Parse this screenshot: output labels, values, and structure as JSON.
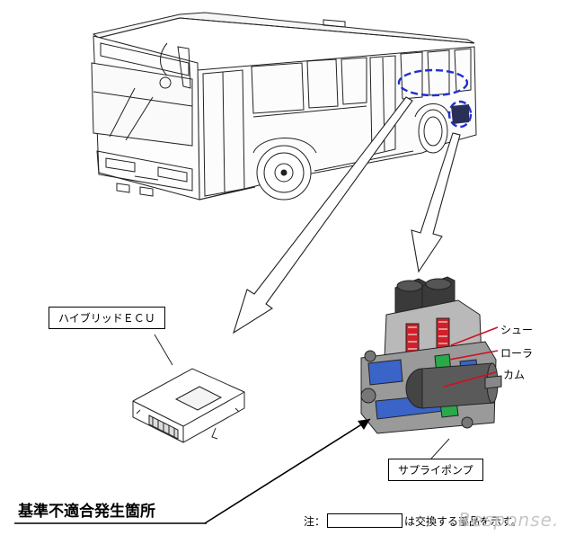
{
  "labels": {
    "ecu": "ハイブリッドＥＣＵ",
    "pump": "サプライポンプ",
    "shoe": "シュー",
    "roller": "ローラ",
    "cam": "カム",
    "defect_location": "基準不適合発生箇所"
  },
  "note": {
    "prefix": "注：",
    "suffix": "は交換する部品を示す。"
  },
  "watermark": "Response.",
  "colors": {
    "highlight_dashed": "#1f2fd0",
    "pointer_red": "#d01020",
    "pump_blue": "#3a64c8",
    "pump_green": "#2aa84a",
    "pump_red": "#d0202a"
  }
}
